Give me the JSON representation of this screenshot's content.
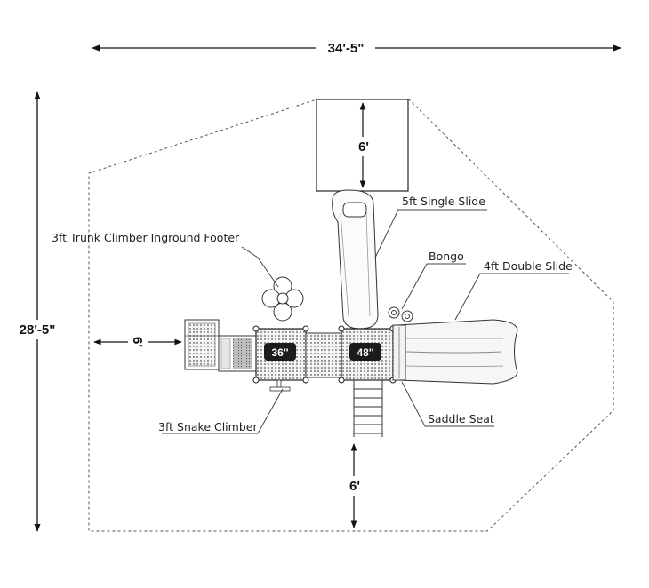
{
  "dimensions": {
    "overall_width": "34'-5\"",
    "overall_depth": "28'-5\"",
    "slide_clearance": "6'",
    "left_clearance": "6'",
    "bottom_clearance": "6'"
  },
  "callouts": {
    "single_slide": "5ft Single Slide",
    "trunk_climber": "3ft Trunk Climber Inground Footer",
    "bongo": "Bongo",
    "double_slide": "4ft Double Slide",
    "snake_climber": "3ft Snake Climber",
    "saddle_seat": "Saddle Seat"
  },
  "platforms": {
    "left_height": "36''",
    "right_height": "48''"
  }
}
